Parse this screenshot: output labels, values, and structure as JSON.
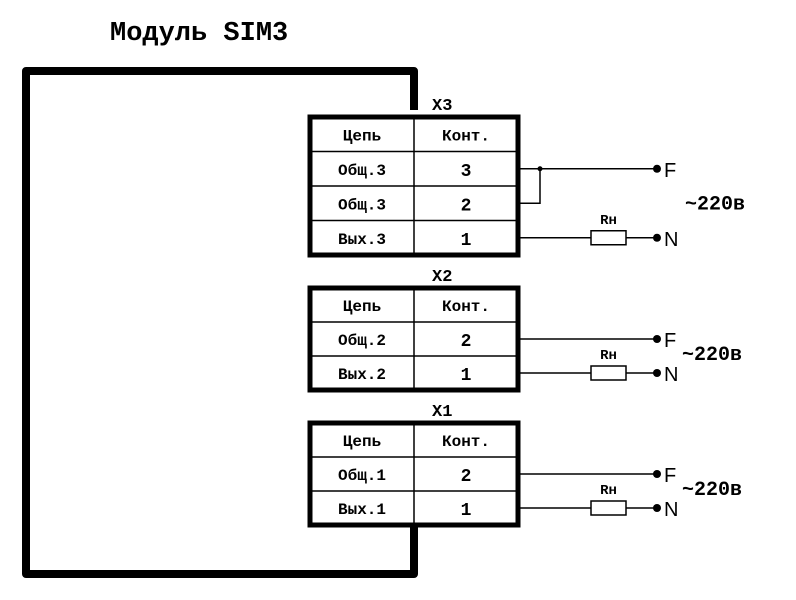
{
  "title": "Модуль SIM3",
  "colors": {
    "stroke": "#000000",
    "background": "#ffffff"
  },
  "table_headers": {
    "circuit": "Цепь",
    "contact": "Конт."
  },
  "connectors": [
    {
      "name": "X3",
      "rows": [
        {
          "circuit": "Общ.3",
          "contact": "3"
        },
        {
          "circuit": "Общ.3",
          "contact": "2"
        },
        {
          "circuit": "Вых.3",
          "contact": "1"
        }
      ],
      "resistor_label": "Rн",
      "phase_label": "F",
      "neutral_label": "N",
      "voltage_label": "~220в"
    },
    {
      "name": "X2",
      "rows": [
        {
          "circuit": "Общ.2",
          "contact": "2"
        },
        {
          "circuit": "Вых.2",
          "contact": "1"
        }
      ],
      "resistor_label": "Rн",
      "phase_label": "F",
      "neutral_label": "N",
      "voltage_label": "~220в"
    },
    {
      "name": "X1",
      "rows": [
        {
          "circuit": "Общ.1",
          "contact": "2"
        },
        {
          "circuit": "Вых.1",
          "contact": "1"
        }
      ],
      "resistor_label": "Rн",
      "phase_label": "F",
      "neutral_label": "N",
      "voltage_label": "~220в"
    }
  ]
}
